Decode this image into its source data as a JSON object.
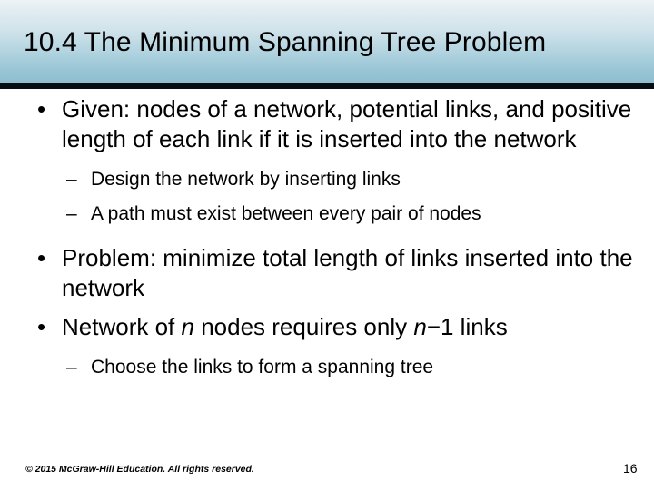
{
  "slide": {
    "title": "10.4 The Minimum Spanning Tree Problem",
    "bullet_marker_level1": "•",
    "bullet_marker_level2": "–",
    "content": [
      {
        "level": 1,
        "text": "Given: nodes of a network, potential links, and positive length of each link if it is inserted into the network"
      },
      {
        "level": 2,
        "text": "Design the network by inserting links"
      },
      {
        "level": 2,
        "text": "A path must exist between every pair of nodes"
      },
      {
        "level": 1,
        "text": "Problem: minimize total length of links inserted into the network"
      },
      {
        "level": 1,
        "text_parts": [
          {
            "text": "Network of ",
            "italic": false
          },
          {
            "text": "n",
            "italic": true
          },
          {
            "text": " nodes requires only ",
            "italic": false
          },
          {
            "text": "n",
            "italic": true
          },
          {
            "text": "−1 links",
            "italic": false
          }
        ],
        "text": "Network of n nodes requires only n−1 links"
      },
      {
        "level": 2,
        "text": "Choose the links to form a spanning tree"
      }
    ],
    "footer": {
      "copyright": "© 2015 McGraw-Hill Education. All rights reserved.",
      "page_number": "16"
    },
    "colors": {
      "banner_top": "#eef3f6",
      "banner_bottom": "#8fc0d0",
      "banner_rule": "#060d14",
      "background": "#ffffff",
      "text": "#000000"
    }
  }
}
